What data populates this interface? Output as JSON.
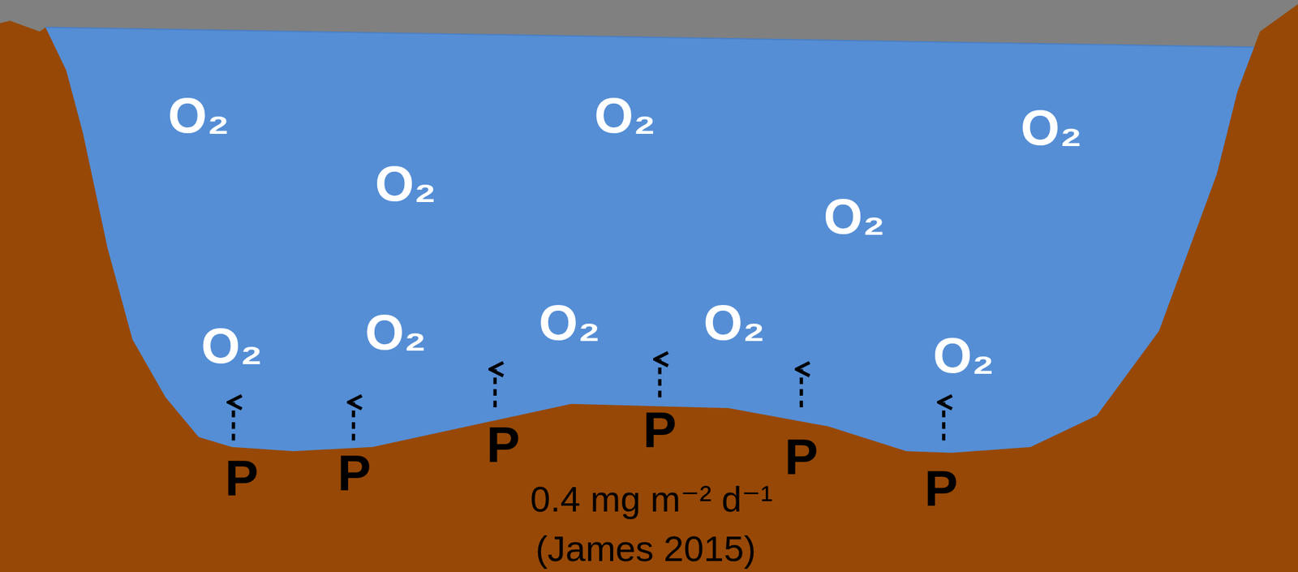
{
  "diagram": {
    "labels": [
      "O₂",
      "O₂",
      "O₂",
      "O₂",
      "O₂",
      "O₂",
      "O₂",
      "O₂",
      "O₂",
      "O₂",
      "P",
      "P",
      "P",
      "P",
      "P",
      "P",
      "0.4 mg m⁻² d⁻¹",
      "(James 2015)"
    ]
  }
}
